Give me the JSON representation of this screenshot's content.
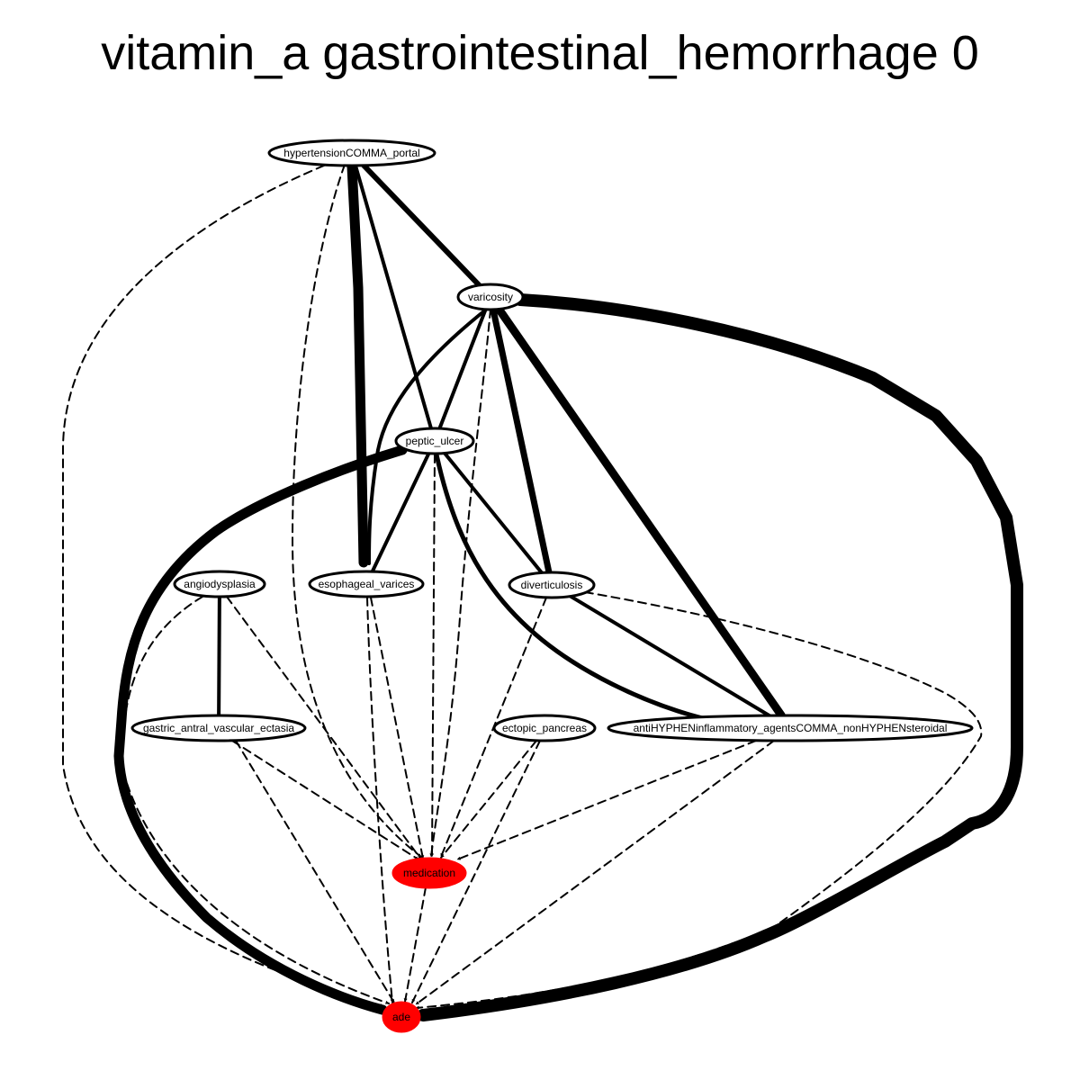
{
  "title": "vitamin_a gastrointestinal_hemorrhage 0",
  "colors": {
    "highlight": "#ff0000",
    "default": "#ffffff",
    "stroke": "#000000"
  },
  "nodes": [
    {
      "id": "hypertension",
      "label": "hypertensionCOMMA_portal",
      "highlight": false
    },
    {
      "id": "varicosity",
      "label": "varicosity",
      "highlight": false
    },
    {
      "id": "peptic",
      "label": "peptic_ulcer",
      "highlight": false
    },
    {
      "id": "angio",
      "label": "angiodysplasia",
      "highlight": false
    },
    {
      "id": "esoph",
      "label": "esophageal_varices",
      "highlight": false
    },
    {
      "id": "divert",
      "label": "diverticulosis",
      "highlight": false
    },
    {
      "id": "gastric",
      "label": "gastric_antral_vascular_ectasia",
      "highlight": false
    },
    {
      "id": "ectopic",
      "label": "ectopic_pancreas",
      "highlight": false
    },
    {
      "id": "nsaid",
      "label": "antiHYPHENinflammatory_agentsCOMMA_nonHYPHENsteroidal",
      "highlight": false
    },
    {
      "id": "medication",
      "label": "medication",
      "highlight": true
    },
    {
      "id": "ade",
      "label": "ade",
      "highlight": true
    }
  ],
  "edges": [
    {
      "from": "hypertension",
      "to": "varicosity",
      "style": "solid",
      "weight": 6
    },
    {
      "from": "hypertension",
      "to": "peptic",
      "style": "solid",
      "weight": 4
    },
    {
      "from": "hypertension",
      "to": "esoph",
      "style": "solid",
      "weight": 11
    },
    {
      "from": "hypertension",
      "to": "medication",
      "style": "dashed",
      "weight": 2
    },
    {
      "from": "hypertension",
      "to": "ade",
      "style": "dashed",
      "weight": 2
    },
    {
      "from": "varicosity",
      "to": "peptic",
      "style": "solid",
      "weight": 4
    },
    {
      "from": "varicosity",
      "to": "esoph",
      "style": "solid",
      "weight": 4
    },
    {
      "from": "varicosity",
      "to": "divert",
      "style": "solid",
      "weight": 7
    },
    {
      "from": "varicosity",
      "to": "nsaid",
      "style": "solid",
      "weight": 9
    },
    {
      "from": "varicosity",
      "to": "medication",
      "style": "dashed",
      "weight": 2
    },
    {
      "from": "varicosity",
      "to": "ade",
      "style": "solid",
      "weight": 14
    },
    {
      "from": "peptic",
      "to": "esoph",
      "style": "solid",
      "weight": 4
    },
    {
      "from": "peptic",
      "to": "divert",
      "style": "solid",
      "weight": 4
    },
    {
      "from": "peptic",
      "to": "nsaid",
      "style": "solid",
      "weight": 5
    },
    {
      "from": "peptic",
      "to": "medication",
      "style": "dashed",
      "weight": 2
    },
    {
      "from": "peptic",
      "to": "ade",
      "style": "solid",
      "weight": 11
    },
    {
      "from": "angio",
      "to": "gastric",
      "style": "solid",
      "weight": 4
    },
    {
      "from": "angio",
      "to": "medication",
      "style": "dashed",
      "weight": 2
    },
    {
      "from": "angio",
      "to": "ade",
      "style": "dashed",
      "weight": 2
    },
    {
      "from": "esoph",
      "to": "medication",
      "style": "dashed",
      "weight": 2
    },
    {
      "from": "esoph",
      "to": "ade",
      "style": "dashed",
      "weight": 2
    },
    {
      "from": "divert",
      "to": "nsaid",
      "style": "solid",
      "weight": 4
    },
    {
      "from": "divert",
      "to": "medication",
      "style": "dashed",
      "weight": 2
    },
    {
      "from": "divert",
      "to": "ade",
      "style": "dashed",
      "weight": 2
    },
    {
      "from": "gastric",
      "to": "medication",
      "style": "dashed",
      "weight": 2
    },
    {
      "from": "gastric",
      "to": "ade",
      "style": "dashed",
      "weight": 2
    },
    {
      "from": "ectopic",
      "to": "medication",
      "style": "dashed",
      "weight": 2
    },
    {
      "from": "ectopic",
      "to": "ade",
      "style": "dashed",
      "weight": 2
    },
    {
      "from": "nsaid",
      "to": "medication",
      "style": "dashed",
      "weight": 2
    },
    {
      "from": "nsaid",
      "to": "ade",
      "style": "dashed",
      "weight": 2
    },
    {
      "from": "medication",
      "to": "ade",
      "style": "dashed",
      "weight": 2
    }
  ]
}
